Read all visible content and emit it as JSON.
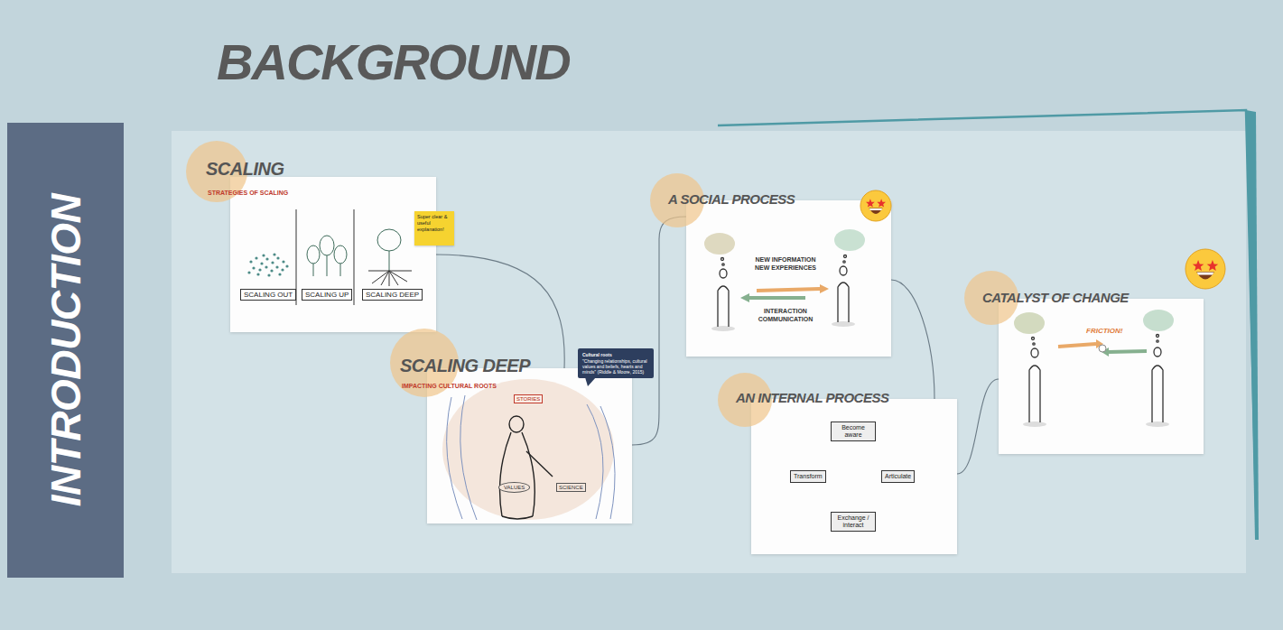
{
  "diagram": {
    "title": "BACKGROUND",
    "nodes": [
      {
        "text": [
          "INTRODUCTION"
        ]
      },
      {
        "text": [
          "SCALING",
          "STRATEGIES OF SCALING"
        ]
      },
      {
        "text": [
          "SCALING OUT"
        ],
        "in": 1
      },
      {
        "text": [
          "SCALING UP"
        ],
        "in": 1
      },
      {
        "text": [
          "SCALING DEEP"
        ],
        "in": 1
      },
      {
        "text": [
          "Super clear & useful explanation!"
        ]
      },
      {
        "text": [
          "SCALING DEEP",
          "IMPACTING CULTURAL ROOTS"
        ]
      },
      {
        "text": [
          "STORIES"
        ],
        "in": 6
      },
      {
        "text": [
          "SCIENCE"
        ],
        "in": 6
      },
      {
        "text": [
          "VALUES"
        ],
        "in": 6
      },
      {
        "text": [
          "Cultural roots",
          "\"Changing relationships, cultural values and beliefs, hearts and minds\" (Riddle & Moore, 2015)"
        ]
      },
      {
        "text": [
          "A SOCIAL PROCESS",
          "NEW INFORMATION NEW EXPERIENCES",
          "INTERACTION COMMUNICATION"
        ]
      },
      {
        "text": [
          "AN INTERNAL PROCESS"
        ]
      },
      {
        "text": [
          "Become aware"
        ],
        "in": 12
      },
      {
        "text": [
          "Transform"
        ],
        "in": 12
      },
      {
        "text": [
          "Articulate"
        ],
        "in": 12
      },
      {
        "text": [
          "Exchange / interact"
        ],
        "in": 12
      },
      {
        "text": [
          "CATALYST OF CHANGE",
          "FRICTION!"
        ]
      }
    ],
    "edges": [
      {
        "from": 1,
        "to": 6,
        "arrow": "none"
      },
      {
        "from": 6,
        "to": 11,
        "arrow": "none"
      },
      {
        "from": 11,
        "to": 12,
        "arrow": "none"
      },
      {
        "from": 12,
        "to": 17,
        "arrow": "none"
      },
      {
        "from": 13,
        "to": 15,
        "arrow": "to"
      },
      {
        "from": 15,
        "to": 16,
        "arrow": "to"
      },
      {
        "from": 16,
        "to": 14,
        "arrow": "to"
      },
      {
        "from": 14,
        "to": 13,
        "arrow": "to"
      }
    ]
  }
}
